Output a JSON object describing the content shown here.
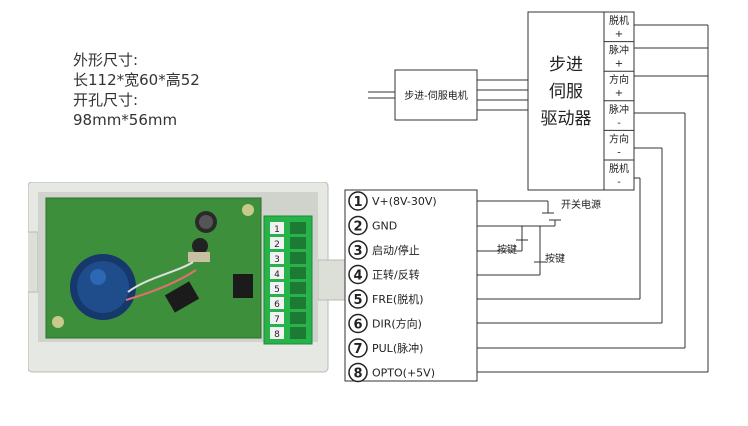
{
  "dimensions": {
    "size_label": "外形尺寸:",
    "size_value": "长112*宽60*高52",
    "hole_label": "开孔尺寸:",
    "hole_value": "98mm*56mm"
  },
  "motor_label": "步进-伺服电机",
  "driver_title": [
    "步进",
    "伺服",
    "驱动器"
  ],
  "driver_terminals": [
    {
      "name": "脱机",
      "sign": "+"
    },
    {
      "name": "脉冲",
      "sign": "+"
    },
    {
      "name": "方向",
      "sign": "+"
    },
    {
      "name": "脉冲",
      "sign": "-"
    },
    {
      "name": "方向",
      "sign": "-"
    },
    {
      "name": "脱机",
      "sign": "-"
    }
  ],
  "terminals": [
    {
      "num": "1",
      "label": "V+(8V-30V)"
    },
    {
      "num": "2",
      "label": "GND"
    },
    {
      "num": "3",
      "label": "启动/停止"
    },
    {
      "num": "4",
      "label": "正转/反转"
    },
    {
      "num": "5",
      "label": "FRE(脱机)"
    },
    {
      "num": "6",
      "label": "DIR(方向)"
    },
    {
      "num": "7",
      "label": "PUL(脉冲)"
    },
    {
      "num": "8",
      "label": "OPTO(+5V)"
    }
  ],
  "switch_label": "开关电源",
  "button_labels": [
    "按键",
    "按键"
  ],
  "board_pins": [
    "1",
    "2",
    "3",
    "4",
    "5",
    "6",
    "7",
    "8"
  ],
  "colors": {
    "line": "#333333",
    "box": "#ffffff",
    "board": "#3e8f3c",
    "housing": "#e6e9e3",
    "terminal": "#27b24a",
    "knob": "#1f4d8c"
  }
}
